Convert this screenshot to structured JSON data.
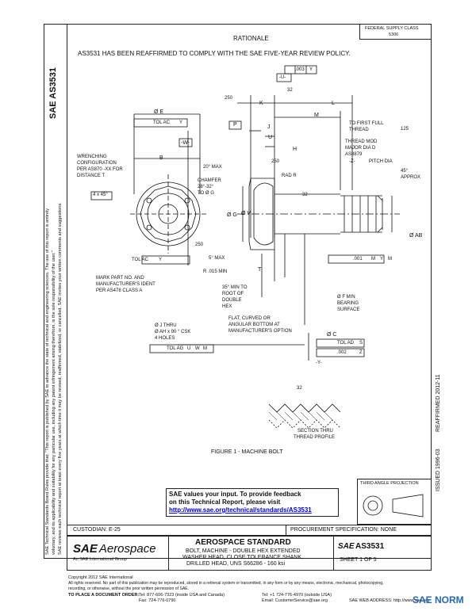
{
  "left_margin": {
    "doc_number": "AS3531",
    "sae_mark": "SAE",
    "legal_text_1": "SAE Technical Standards Board Rules provide that: \"This report is published by SAE to advance the state of technical and engineering sciences. The use of this report is entirely",
    "legal_text_2": "voluntary, and its applicability and suitability for any particular use, including any patent infringement arising therefrom, is the sole responsibility of the user.\"",
    "legal_text_3": "SAE reviews each technical report at least every five years at which time it may be revised, reaffirmed, stabilized, or cancelled. SAE invites your written comments and suggestions."
  },
  "header": {
    "rationale_label": "RATIONALE",
    "fed_class": "FEDERAL SUPPLY CLASS",
    "fed_class_code": "5306",
    "statement": "AS3531 HAS BEEN REAFFIRMED TO COMPLY WITH THE SAE FIVE-YEAR REVIEW POLICY."
  },
  "right_margin": {
    "issued": "ISSUED 1996-03",
    "reaffirmed": "REAFFIRMED 2012-11"
  },
  "drawing": {
    "tol_003": ".003",
    "datum_y": "Y",
    "datum_u": "-U-",
    "l32_top": "32",
    "l250_top": "250",
    "lK": "K",
    "lL": "L",
    "lM": "M",
    "lE": "Ø E",
    "tol_ac_1": "TOL AC",
    "datum_y2": "Y",
    "lP": "P",
    "lJ": "J",
    "lU": "U",
    "lH": "H",
    "lW": "-W-",
    "lB": "B",
    "to_first_full": "TO FIRST FULL",
    "thread_word": "THREAD",
    "l125": "125",
    "wrenching_1": "WRENCHING",
    "wrenching_2": "CONFIGURATION",
    "wrenching_3": "PER AS870 -XX FOR",
    "wrenching_4": "DISTANCE T",
    "thread_mod_1": "THREAD MOD",
    "thread_mod_2": "MAJOR DIA D",
    "thread_mod_3": "AS8879",
    "datum_z": "-Z-",
    "pitch_dia": "PITCH DIA",
    "deg45": "45°",
    "approx": "APPROX",
    "l20max": "20° MAX",
    "l250_mid": "250",
    "rad_r": "RAD R",
    "chamfer_1": "CHAMFER",
    "chamfer_2": "28°-32°",
    "chamfer_3": "TO Ø G",
    "l4x45": "4 x 45°",
    "l32_mid": "32",
    "lG": "Ø G",
    "lV": "Ø V",
    "lAB": "Ø AB",
    "l250_low": "250",
    "tol_ac_2": "TOL AC",
    "datum_y3": "Y",
    "l5max": "5° MAX",
    "lT": "T",
    "tol_001": ".001",
    "datum_m1": "M",
    "datum_y4": "Y",
    "datum_m2": "M",
    "r015": "R .015 MIN",
    "mark_1": "MARK PART NO. AND",
    "mark_2": "MANUFACTURER'S IDENT",
    "mark_3": "PER AS478 CLASS A",
    "min35_1": "35° MIN TO",
    "min35_2": "ROOT OF",
    "min35_3": "DOUBLE",
    "min35_4": "HEX",
    "fmin_1": "Ø F MIN",
    "fmin_2": "BEARING",
    "fmin_3": "SURFACE",
    "flat_1": "FLAT, CURVED OR",
    "flat_2": "ANGULAR BOTTOM AT",
    "flat_3": "MANUFACTURER'S OPTION",
    "jthru_1": "Ø J THRU",
    "jthru_2": "Ø AH x 90 ° CSK",
    "jthru_3": "4 HOLES",
    "tol_ag": "TOL AG",
    "datum_u2": "U",
    "datum_w": "W",
    "datum_m3": "M",
    "lC": "Ø C",
    "tol_ad": "TOL AD",
    "datum_s": "S",
    "tol_002": ".002",
    "datum_z2": "Z",
    "datum_y5": "-Y-",
    "l32_sec": "32",
    "section_1": "SECTION THRU",
    "section_2": "THREAD PROFILE",
    "figure_caption": "FIGURE 1 - MACHINE BOLT"
  },
  "feedback": {
    "line1": "SAE values your input. To provide feedback",
    "line2": "on this Technical Report, please visit",
    "url": "http://www.sae.org/technical/standards/AS3531"
  },
  "third_angle": "THIRD ANGLE PROJECTION",
  "title_block": {
    "custodian": "CUSTODIAN: E-25",
    "procurement": "PROCUREMENT SPECIFICATION: NONE",
    "brand": "SAE",
    "brand_suffix": "Aerospace",
    "brand_sub": "An SAE International Group",
    "standard": "AEROSPACE STANDARD",
    "title_1": "BOLT, MACHINE - DOUBLE HEX EXTENDED",
    "title_2": "WASHER HEAD, CLOSE TOLERANCE SHANK,",
    "title_3": "DRILLED HEAD, UNS S66286 - 160 ksi",
    "sae_small": "SAE",
    "doc_number": "AS3531",
    "sheet": "SHEET 1 OF 5"
  },
  "footer": {
    "copyright": "Copyright 2012 SAE International",
    "rights": "All rights reserved. No part of this publication may be reproduced, stored in a retrieval system or transmitted, in any form or by any means, electronic, mechanical, photocopying,",
    "rights2": "recording, or otherwise, without the prior written permission of SAE.",
    "order_label": "TO PLACE A DOCUMENT ORDER:",
    "tel": "Tel: 877-606-7323 (inside USA and Canada)",
    "tel_out": "Tel: +1 724-776-4970 (outside USA)",
    "fax": "Fax: 724-776-0790",
    "email": "Email: CustomerService@sae.org",
    "web": "SAE WEB ADDRESS: http://www.sae.org",
    "watermark": "SAE NORM"
  }
}
